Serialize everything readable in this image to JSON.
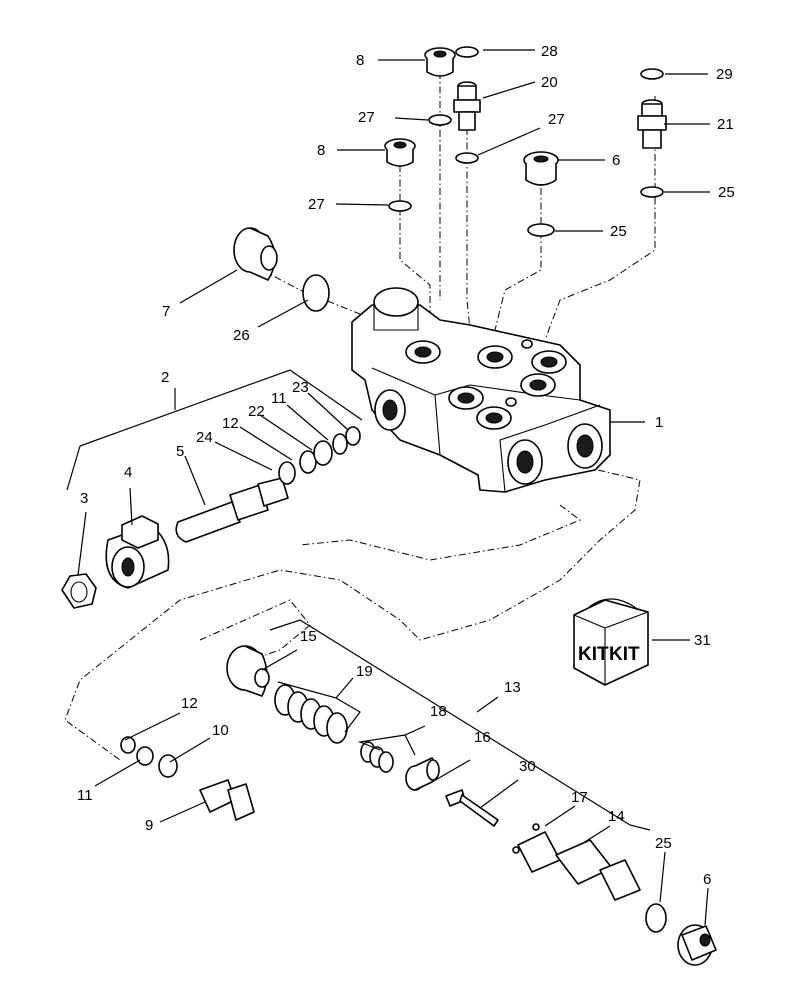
{
  "diagram": {
    "callouts": [
      {
        "id": "c1",
        "text": "1"
      },
      {
        "id": "c2",
        "text": "2"
      },
      {
        "id": "c3",
        "text": "3"
      },
      {
        "id": "c4",
        "text": "4"
      },
      {
        "id": "c5",
        "text": "5"
      },
      {
        "id": "c6a",
        "text": "6"
      },
      {
        "id": "c6b",
        "text": "6"
      },
      {
        "id": "c7",
        "text": "7"
      },
      {
        "id": "c8a",
        "text": "8"
      },
      {
        "id": "c8b",
        "text": "8"
      },
      {
        "id": "c9",
        "text": "9"
      },
      {
        "id": "c10",
        "text": "10"
      },
      {
        "id": "c11a",
        "text": "11"
      },
      {
        "id": "c11b",
        "text": "11"
      },
      {
        "id": "c12a",
        "text": "12"
      },
      {
        "id": "c12b",
        "text": "12"
      },
      {
        "id": "c13",
        "text": "13"
      },
      {
        "id": "c14",
        "text": "14"
      },
      {
        "id": "c15",
        "text": "15"
      },
      {
        "id": "c16",
        "text": "16"
      },
      {
        "id": "c17",
        "text": "17"
      },
      {
        "id": "c18",
        "text": "18"
      },
      {
        "id": "c19",
        "text": "19"
      },
      {
        "id": "c20",
        "text": "20"
      },
      {
        "id": "c21",
        "text": "21"
      },
      {
        "id": "c22",
        "text": "22"
      },
      {
        "id": "c23",
        "text": "23"
      },
      {
        "id": "c24",
        "text": "24"
      },
      {
        "id": "c25a",
        "text": "25"
      },
      {
        "id": "c25b",
        "text": "25"
      },
      {
        "id": "c25c",
        "text": "25"
      },
      {
        "id": "c26",
        "text": "26"
      },
      {
        "id": "c27a",
        "text": "27"
      },
      {
        "id": "c27b",
        "text": "27"
      },
      {
        "id": "c27c",
        "text": "27"
      },
      {
        "id": "c28",
        "text": "28"
      },
      {
        "id": "c29",
        "text": "29"
      },
      {
        "id": "c30",
        "text": "30"
      },
      {
        "id": "c31",
        "text": "31"
      }
    ],
    "kit_box": {
      "left_label": "KIT",
      "right_label": "KIT"
    }
  }
}
